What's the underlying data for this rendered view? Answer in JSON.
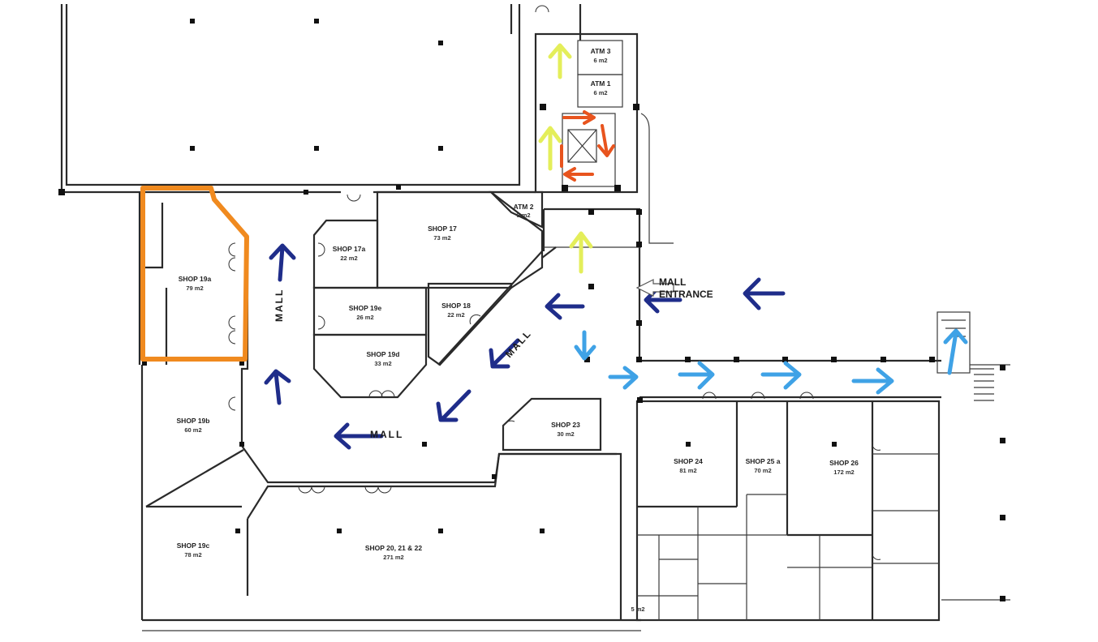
{
  "map": {
    "highlight_color": "#f08a1f",
    "arrow_colors": {
      "dark_blue": "#1f2d8a",
      "light_blue": "#3fa2e6",
      "yellow": "#e4ee5a",
      "orange": "#e8541e"
    },
    "labels": {
      "mall": "MALL",
      "mall_entrance_line1": "MALL",
      "mall_entrance_line2": "ENTRANCE"
    },
    "units": [
      {
        "id": "atm3",
        "name": "ATM 3",
        "area": "6 m2"
      },
      {
        "id": "atm1",
        "name": "ATM 1",
        "area": "6 m2"
      },
      {
        "id": "atm2",
        "name": "ATM 2",
        "area": "9 m2"
      },
      {
        "id": "shop17",
        "name": "SHOP 17",
        "area": "73 m2"
      },
      {
        "id": "shop17a",
        "name": "SHOP 17a",
        "area": "22 m2"
      },
      {
        "id": "shop19a",
        "name": "SHOP 19a",
        "area": "79 m2"
      },
      {
        "id": "shop19e",
        "name": "SHOP 19e",
        "area": "26 m2"
      },
      {
        "id": "shop18",
        "name": "SHOP 18",
        "area": "22 m2"
      },
      {
        "id": "shop19d",
        "name": "SHOP 19d",
        "area": "33 m2"
      },
      {
        "id": "shop19b",
        "name": "SHOP 19b",
        "area": "60 m2"
      },
      {
        "id": "shop23",
        "name": "SHOP 23",
        "area": "30 m2"
      },
      {
        "id": "shop24",
        "name": "SHOP 24",
        "area": "81 m2"
      },
      {
        "id": "shop25a",
        "name": "SHOP 25 a",
        "area": "70 m2"
      },
      {
        "id": "shop26",
        "name": "SHOP 26",
        "area": "172 m2"
      },
      {
        "id": "shop19c",
        "name": "SHOP 19c",
        "area": "78 m2"
      },
      {
        "id": "shop202122",
        "name": "SHOP 20, 21 & 22",
        "area": "271 m2"
      }
    ],
    "small_labels": {
      "wc": "5 m2"
    }
  }
}
